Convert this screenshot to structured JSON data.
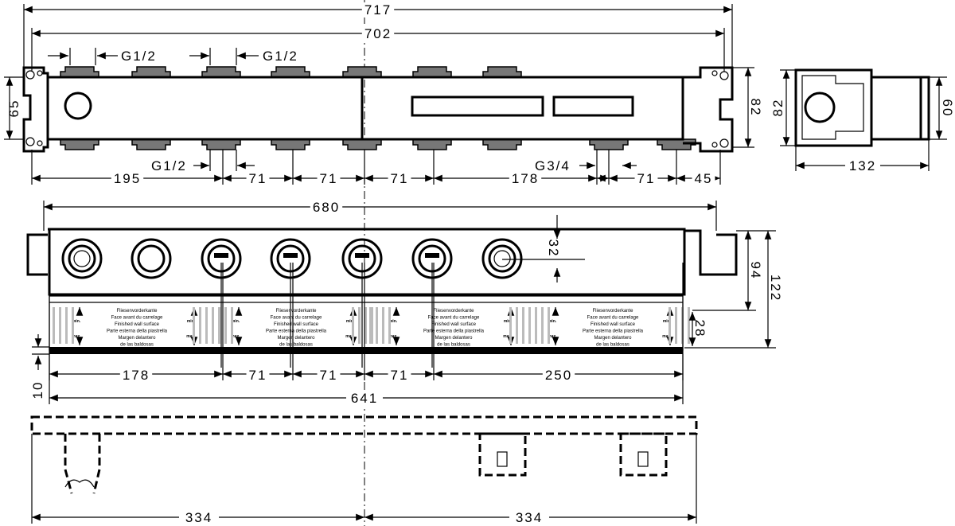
{
  "top_view": {
    "dims": {
      "overall": "717",
      "body": "702",
      "height_left": "65",
      "height_right": "82",
      "thread_top_1": "G1/2",
      "thread_top_2": "G1/2",
      "thread_bottom": "G1/2",
      "thread_outlet": "G3/4",
      "d195": "195",
      "d71a": "71",
      "d71b": "71",
      "d71c": "71",
      "d178": "178",
      "d71d": "71",
      "d45": "45"
    }
  },
  "side_view": {
    "dims": {
      "height": "82",
      "diameter": "60",
      "depth": "132"
    }
  },
  "front_view": {
    "dims": {
      "width": "680",
      "offset": "32",
      "d94": "94",
      "d122": "122",
      "d28": "28",
      "d10": "10",
      "d178": "178",
      "d71a": "71",
      "d71b": "71",
      "d71c": "71",
      "d250": "250",
      "d641": "641"
    },
    "wall_label": {
      "lines": [
        "Fliesenvorderkante",
        "Face avant du carrelage",
        "Finished wall surface",
        "Parte esterna della piastrella",
        "Margen delantero",
        "de las baldosas"
      ],
      "min": "min.",
      "max": "max."
    }
  },
  "bottom_view": {
    "dims": {
      "left": "334",
      "right": "334"
    }
  }
}
